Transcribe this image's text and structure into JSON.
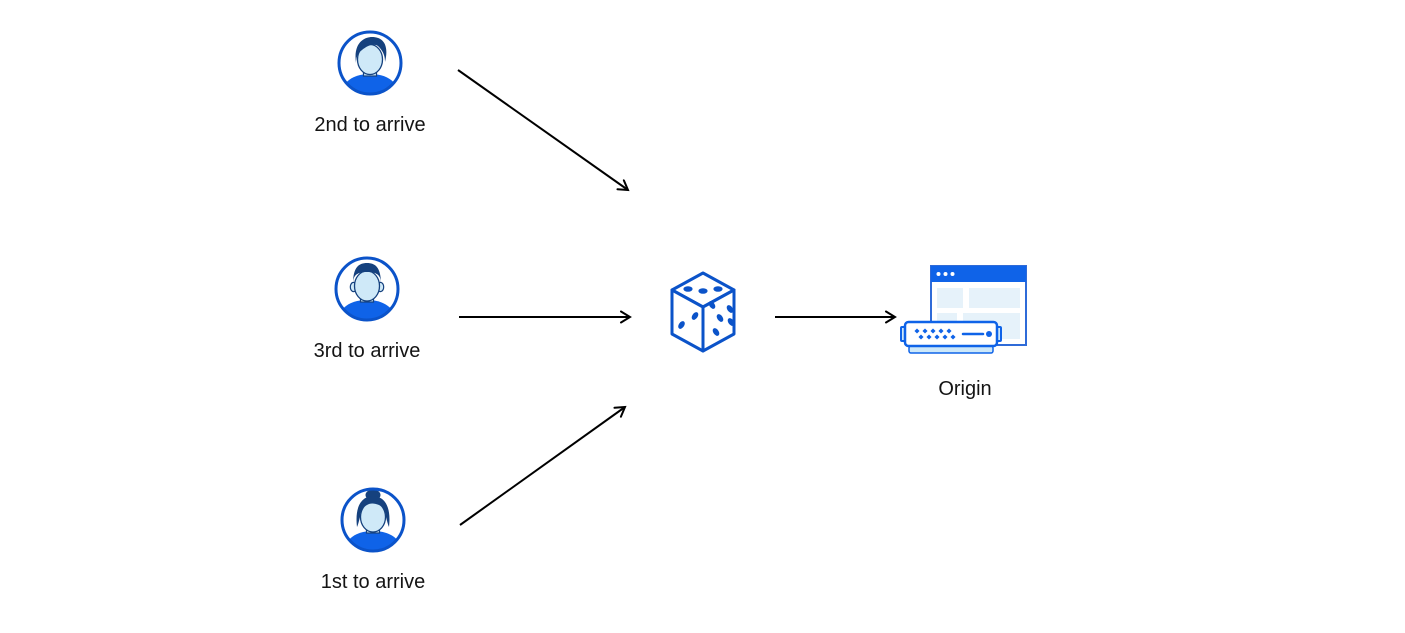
{
  "diagram": {
    "clients": [
      {
        "label": "2nd to arrive",
        "icon": "avatar-man-swept-hair-icon"
      },
      {
        "label": "3rd to arrive",
        "icon": "avatar-man-flat-hair-icon"
      },
      {
        "label": "1st to arrive",
        "icon": "avatar-woman-bun-icon"
      }
    ],
    "randomizer": {
      "icon": "dice-icon"
    },
    "origin": {
      "label": "Origin",
      "icon": "origin-server-browser-icon"
    }
  },
  "colors": {
    "stroke_blue": "#0B53C9",
    "fill_blue": "#0F63E8",
    "window_border": "#2F6BD8",
    "navy": "#15417E",
    "face_blue": "#CFE9F8",
    "panel_blue": "#E6F2FA",
    "server_base": "#CDE8F9",
    "arrow": "#000000",
    "text": "#141414",
    "background": "#FFFFFF"
  }
}
